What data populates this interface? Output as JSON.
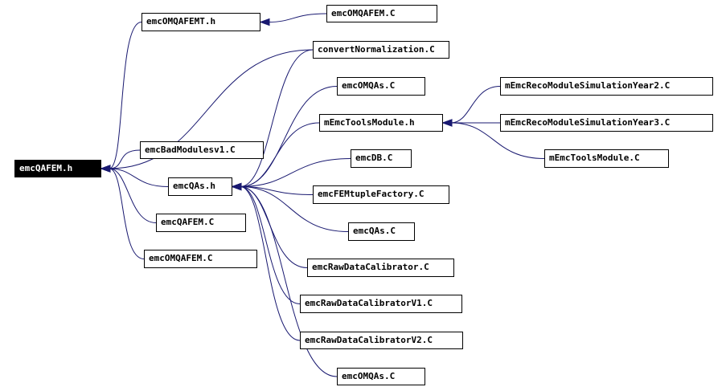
{
  "nodes": {
    "emcQAFEM_h": "emcQAFEM.h",
    "emcOMQAFEMT_h": "emcOMQAFEMT.h",
    "emcOMQAFEM_C_top": "emcOMQAFEM.C",
    "convertNormalization_C": "convertNormalization.C",
    "emcOMQAs_C_top": "emcOMQAs.C",
    "mEmcToolsModule_h": "mEmcToolsModule.h",
    "mEmcRecoModuleSimulationYear2_C": "mEmcRecoModuleSimulationYear2.C",
    "mEmcRecoModuleSimulationYear3_C": "mEmcRecoModuleSimulationYear3.C",
    "mEmcToolsModule_C": "mEmcToolsModule.C",
    "emcBadModulesv1_C": "emcBadModulesv1.C",
    "emcDB_C": "emcDB.C",
    "emcQAs_h": "emcQAs.h",
    "emcFEMtupleFactory_C": "emcFEMtupleFactory.C",
    "emcQAFEM_C": "emcQAFEM.C",
    "emcQAs_C": "emcQAs.C",
    "emcRawDataCalibrator_C": "emcRawDataCalibrator.C",
    "emcOMQAFEM_C_bottom": "emcOMQAFEM.C",
    "emcRawDataCalibratorV1_C": "emcRawDataCalibratorV1.C",
    "emcRawDataCalibratorV2_C": "emcRawDataCalibratorV2.C",
    "emcOMQAs_C_bottom": "emcOMQAs.C"
  },
  "edges": [
    {
      "from": "emcOMQAFEMT_h",
      "to": "emcQAFEM_h"
    },
    {
      "from": "convertNormalization_C",
      "to": "emcQAFEM_h"
    },
    {
      "from": "emcBadModulesv1_C",
      "to": "emcQAFEM_h"
    },
    {
      "from": "emcQAs_h",
      "to": "emcQAFEM_h"
    },
    {
      "from": "emcQAFEM_C",
      "to": "emcQAFEM_h"
    },
    {
      "from": "emcOMQAFEM_C_bottom",
      "to": "emcQAFEM_h"
    },
    {
      "from": "emcOMQAFEM_C_top",
      "to": "emcOMQAFEMT_h"
    },
    {
      "from": "convertNormalization_C",
      "to": "emcQAs_h"
    },
    {
      "from": "emcOMQAs_C_top",
      "to": "emcQAs_h"
    },
    {
      "from": "mEmcToolsModule_h",
      "to": "emcQAs_h"
    },
    {
      "from": "emcDB_C",
      "to": "emcQAs_h"
    },
    {
      "from": "emcFEMtupleFactory_C",
      "to": "emcQAs_h"
    },
    {
      "from": "emcQAs_C",
      "to": "emcQAs_h"
    },
    {
      "from": "emcRawDataCalibrator_C",
      "to": "emcQAs_h"
    },
    {
      "from": "emcRawDataCalibratorV1_C",
      "to": "emcQAs_h"
    },
    {
      "from": "emcRawDataCalibratorV2_C",
      "to": "emcQAs_h"
    },
    {
      "from": "emcOMQAs_C_bottom",
      "to": "emcQAs_h"
    },
    {
      "from": "mEmcRecoModuleSimulationYear2_C",
      "to": "mEmcToolsModule_h"
    },
    {
      "from": "mEmcRecoModuleSimulationYear3_C",
      "to": "mEmcToolsModule_h"
    },
    {
      "from": "mEmcToolsModule_C",
      "to": "mEmcToolsModule_h"
    }
  ],
  "colors": {
    "edge": "#191970",
    "root_fill": "#000000",
    "root_text": "#ffffff",
    "node_fill": "#ffffff",
    "node_border": "#000000"
  }
}
